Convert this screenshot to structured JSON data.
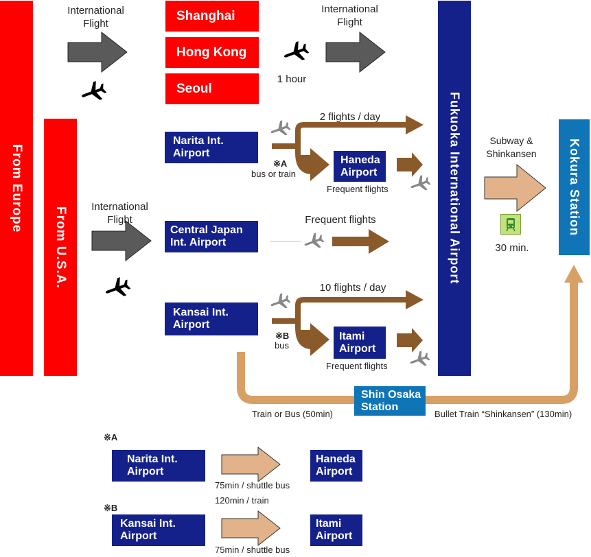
{
  "origins": {
    "europe": "From  Europe",
    "usa": "From  U.S.A."
  },
  "asia_cities": [
    "Shanghai",
    "Hong Kong",
    "Seoul"
  ],
  "labels": {
    "intl_flight_1": "International\nFlight",
    "intl_flight_2": "International\nFlight",
    "intl_flight_usa": "International\nFlight",
    "one_hour": "1 hour",
    "narita_freq": "2 flights / day",
    "kansai_freq": "10 flights / day",
    "centrair_freq": "Frequent flights",
    "haneda_freq": "Frequent flights",
    "itami_freq": "Frequent flights",
    "note_a": "※A",
    "note_a_sub": "bus or train",
    "note_b": "※B",
    "note_b_sub": "bus",
    "subway": "Subway &\nShinkansen",
    "subway_time": "30 min.",
    "train_bus": "Train or Bus (50min)",
    "bullet": "Bullet Train “Shinkansen”  (130min)"
  },
  "airports": {
    "narita": "Narita Int.\nAirport",
    "centrair": "Central Japan\nInt.  Airport",
    "kansai": "Kansai Int.\nAirport",
    "haneda": "Haneda\nAirport",
    "itami": "Itami\nAirport",
    "fukuoka": "Fukuoka International Airport",
    "kokura": "Kokura Station",
    "shin_osaka": "Shin Osaka\nStation"
  },
  "legend": {
    "a_mark": "※A",
    "a_from": "Narita Int.\nAirport",
    "a_to": "Haneda\nAirport",
    "a_bus": "75min / shuttle bus",
    "a_train": "120min / train",
    "b_mark": "※B",
    "b_from": "Kansai Int.\nAirport",
    "b_to": "Itami\nAirport",
    "b_bus": "75min / shuttle bus"
  },
  "colors": {
    "red": "#ff0000",
    "navy": "#14218a",
    "teal": "#0f75b6",
    "gray_arrow": "#5a5a5a",
    "brown_arrow": "#8b5a2b",
    "tan_arrow": "#e2b38a",
    "tan_line": "#d9a066"
  }
}
